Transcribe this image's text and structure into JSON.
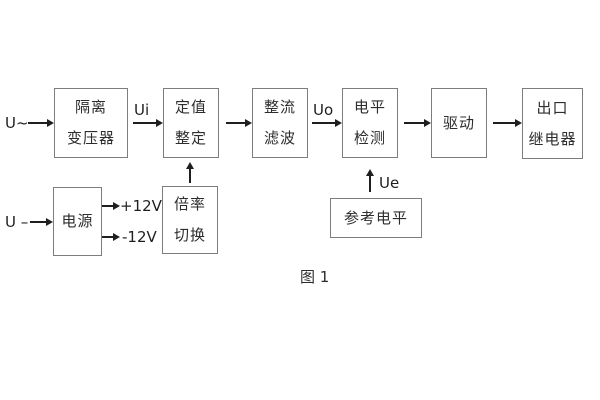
{
  "figure": {
    "caption": "图 1",
    "colors": {
      "background": "#ffffff",
      "box_border": "#7d7d7d",
      "ink": "#1f1f1f",
      "text": "#2d2d2d"
    }
  },
  "blocks": {
    "isolation_transformer": {
      "lines": [
        "隔离",
        "变压器"
      ]
    },
    "setting_adjustment": {
      "lines": [
        "定值",
        "整定"
      ]
    },
    "rectify_filter": {
      "lines": [
        "整流",
        "滤波"
      ]
    },
    "level_detection": {
      "lines": [
        "电平",
        "检测"
      ]
    },
    "drive": {
      "lines": [
        "驱动"
      ]
    },
    "output_relay": {
      "lines": [
        "出口",
        "继电器"
      ]
    },
    "power_supply": {
      "lines": [
        "电源"
      ]
    },
    "ratio_switch": {
      "lines": [
        "倍率",
        "切换"
      ]
    },
    "reference_level": {
      "lines": [
        "参考电平"
      ]
    }
  },
  "signal_labels": {
    "ac_input": "U~",
    "dc_input": "U –",
    "ui": "Ui",
    "uo": "Uo",
    "ue": "Ue",
    "plus_12v": "+12V",
    "minus_12v": "-12V"
  }
}
